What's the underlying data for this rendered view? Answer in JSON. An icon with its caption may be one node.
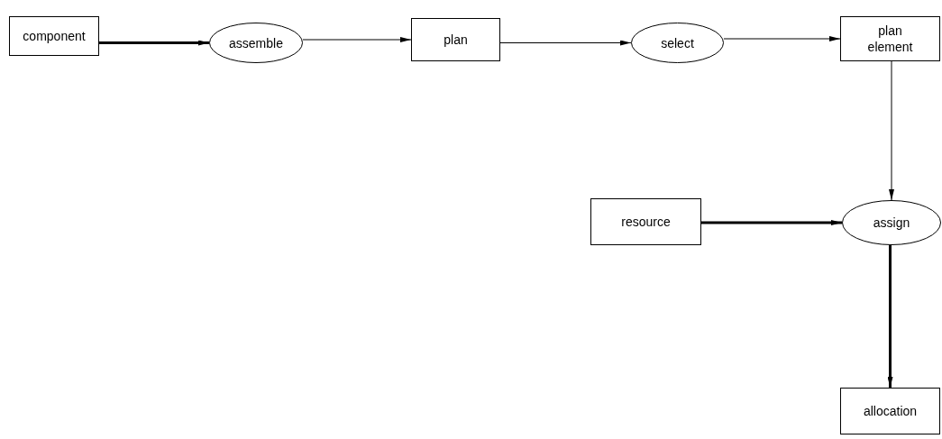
{
  "diagram": {
    "nodes": [
      {
        "text": [
          "component"
        ]
      },
      {
        "text": [
          "assemble"
        ]
      },
      {
        "text": [
          "plan"
        ]
      },
      {
        "text": [
          "select"
        ]
      },
      {
        "text": [
          "plan element"
        ]
      },
      {
        "text": [
          "resource"
        ]
      },
      {
        "text": [
          "assign"
        ]
      },
      {
        "text": [
          "allocation"
        ]
      }
    ],
    "edges": [
      {
        "from": 0,
        "to": 1,
        "arrow": "to",
        "style": "thick"
      },
      {
        "from": 1,
        "to": 2,
        "arrow": "to"
      },
      {
        "from": 2,
        "to": 3,
        "arrow": "to"
      },
      {
        "from": 3,
        "to": 4,
        "arrow": "to"
      },
      {
        "from": 4,
        "to": 6,
        "arrow": "to"
      },
      {
        "from": 5,
        "to": 6,
        "arrow": "to",
        "style": "thick"
      },
      {
        "from": 6,
        "to": 7,
        "arrow": "to",
        "style": "thick"
      }
    ]
  }
}
